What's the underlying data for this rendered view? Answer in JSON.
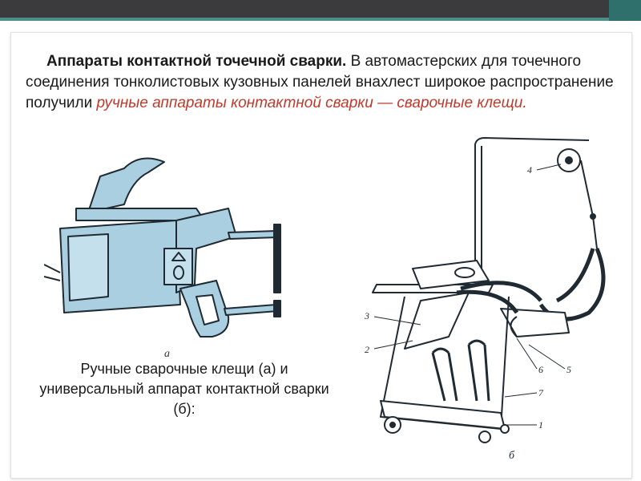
{
  "slide": {
    "heading_bold": "Аппараты контактной точечной сварки.",
    "body_text": " В автомастерских для точечного соединения тонколистовых кузовных панелей внахлест широкое распространение получили ",
    "highlight_text": "ручные аппараты контактной сварки — сварочные клещи.",
    "caption": "Ручные сварочные клещи (а) и универсальный аппарат контактной сварки (б):"
  },
  "figure_a": {
    "label": "а"
  },
  "figure_b": {
    "label": "б",
    "callouts": [
      "1",
      "2",
      "3",
      "4",
      "5",
      "6",
      "7"
    ]
  },
  "colors": {
    "accent": "#4e8f8c",
    "highlight": "#c0392b",
    "drawing_fill": "#a9cfe0",
    "drawing_stroke": "#1f2a33"
  },
  "icons": [
    "welding-tongs-drawing",
    "welding-machine-drawing"
  ]
}
